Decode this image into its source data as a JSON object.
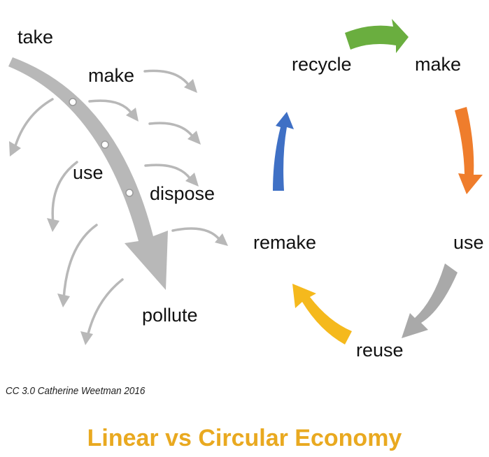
{
  "linear": {
    "labels": [
      "take",
      "make",
      "use",
      "dispose",
      "pollute"
    ]
  },
  "circular": {
    "labels": [
      "recycle",
      "make",
      "use",
      "reuse",
      "remake"
    ],
    "colors": {
      "recycle_to_make": "#6aae3f",
      "make_to_use": "#ef7d2c",
      "use_to_reuse": "#a9a9a9",
      "reuse_to_remake": "#f5b91d",
      "remake_to_recycle": "#3f70c5"
    }
  },
  "colors": {
    "arrow_gray": "#b8b8b8",
    "title": "#e9a920"
  },
  "credit": "CC 3.0 Catherine Weetman 2016",
  "title": "Linear vs Circular Economy"
}
